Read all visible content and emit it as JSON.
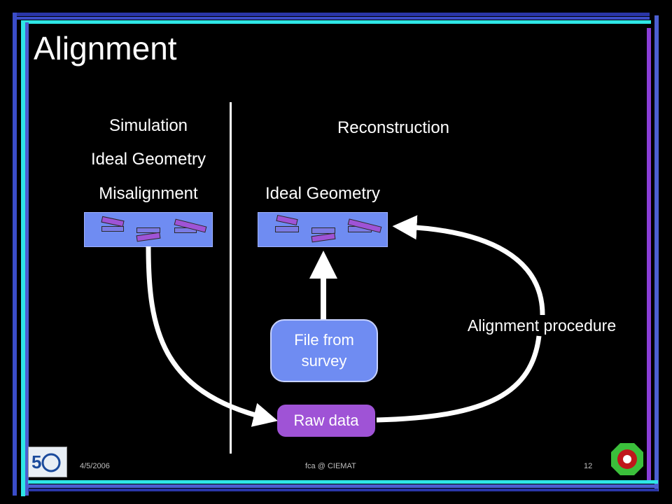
{
  "slide": {
    "title": "Alignment",
    "colors": {
      "background": "#000000",
      "accent_bar_cyan": "#2ee6e6",
      "accent_bar_blue": "#4b5fd1",
      "accent_bar_purple": "#8a3ed8",
      "box_blue": "#6f8cf2",
      "pill_purple": "#9f53d6"
    }
  },
  "simulation": {
    "heading": "Simulation",
    "line1": "Ideal Geometry",
    "line2": "Misalignment"
  },
  "reconstruction": {
    "heading": "Reconstruction",
    "line1": "Ideal Geometry"
  },
  "flow": {
    "survey_line1": "File from",
    "survey_line2": "survey",
    "raw_data": "Raw data",
    "procedure": "Alignment procedure"
  },
  "footer": {
    "date": "4/5/2006",
    "author": "fca @ CIEMAT",
    "page": "12",
    "left_logo": "cern-50-logo",
    "right_logo": "cms-logo"
  }
}
